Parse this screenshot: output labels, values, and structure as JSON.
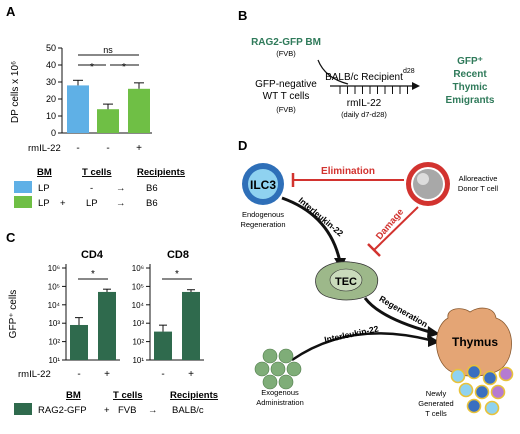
{
  "panel_letters": {
    "a": "A",
    "b": "B",
    "c": "C",
    "d": "D"
  },
  "colors": {
    "lp_blue": "#5fb0e6",
    "lp_green": "#6fbf45",
    "dark_green": "#2f6a4d",
    "teal_text": "#2f7a5a",
    "red": "#d2332f",
    "ilc3_blue": "#2e6fb8",
    "tec_green": "#9db88a",
    "thymus": "#e4a575",
    "sphere": "#7fad78"
  },
  "panelA": {
    "ylabel": "DP cells x 10⁶",
    "ns": "ns",
    "stars": [
      "*",
      "*"
    ],
    "row_label": "rmIL-22",
    "signs": [
      "-",
      "-",
      "+"
    ],
    "legend_headers": {
      "bm": "BM",
      "tcells": "T cells",
      "recipients": "Recipients"
    },
    "legend_rows": [
      {
        "bm": "LP",
        "plus1": "",
        "tcells": "-",
        "arrow": "→",
        "recipients": "B6"
      },
      {
        "bm": "LP",
        "plus1": "+",
        "tcells": "LP",
        "arrow": "→",
        "recipients": "B6"
      }
    ]
  },
  "chart_data": [
    {
      "type": "bar",
      "categories": [
        "LP (-)",
        "LP + LP (-)",
        "LP + LP (+)"
      ],
      "values": [
        28,
        14,
        26
      ],
      "errors": [
        3,
        3,
        3.5
      ],
      "ylabel": "DP cells x 10⁶",
      "yticks": [
        0,
        10,
        20,
        30,
        40,
        50
      ],
      "ylim": [
        0,
        50
      ]
    },
    {
      "type": "bar",
      "title": "CD4",
      "categories": [
        "-",
        "+"
      ],
      "values": [
        800,
        50000
      ],
      "ylabel": "GFP⁺ cells",
      "yticks": [
        "10¹",
        "10²",
        "10³",
        "10⁴",
        "10⁵",
        "10⁶"
      ],
      "ylim": [
        10,
        1000000
      ],
      "log": true
    },
    {
      "type": "bar",
      "title": "CD8",
      "categories": [
        "-",
        "+"
      ],
      "values": [
        350,
        50000
      ],
      "ylabel": "GFP⁺ cells",
      "yticks": [
        "10¹",
        "10²",
        "10³",
        "10⁴",
        "10⁵",
        "10⁶"
      ],
      "ylim": [
        10,
        1000000
      ],
      "log": true
    }
  ],
  "panelB": {
    "rag2": "RAG2-GFP BM",
    "fvb1": "(FVB)",
    "gfpneg1": "GFP-negative",
    "gfpneg2": "WT T cells",
    "fvb2": "(FVB)",
    "recipient": "BALB/c Recipient",
    "d28": "d28",
    "rmil22": "rmIL-22",
    "daily": "(daily d7-d28)",
    "out1": "GFP⁺",
    "out2": "Recent",
    "out3": "Thymic",
    "out4": "Emigrants"
  },
  "panelC": {
    "cd4": "CD4",
    "cd8": "CD8",
    "ylabel": "GFP⁺ cells",
    "row_label": "rmIL-22",
    "signs": [
      "-",
      "+",
      "-",
      "+"
    ],
    "star": "*",
    "legend_headers": {
      "bm": "BM",
      "tcells": "T cells",
      "recipients": "Recipients"
    },
    "legend_row": {
      "bm": "RAG2-GFP",
      "plus": "+",
      "tcells": "FVB",
      "arrow": "→",
      "recipients": "BALB/c"
    }
  },
  "panelD": {
    "ilc3": "ILC3",
    "endogenous1": "Endogenous",
    "endogenous2": "Regeneration",
    "elimination": "Elimination",
    "damage": "Damage",
    "allo1": "Alloreactive",
    "allo2": "Donor T cell",
    "interleukin_top": "Interleukin-22",
    "tec": "TEC",
    "regeneration": "Regeneration",
    "interleukin_bottom": "Interleukin-22",
    "thymus": "Thymus",
    "exo1": "Exogenous",
    "exo2": "Administration",
    "newly1": "Newly",
    "newly2": "Generated",
    "newly3": "T cells"
  }
}
